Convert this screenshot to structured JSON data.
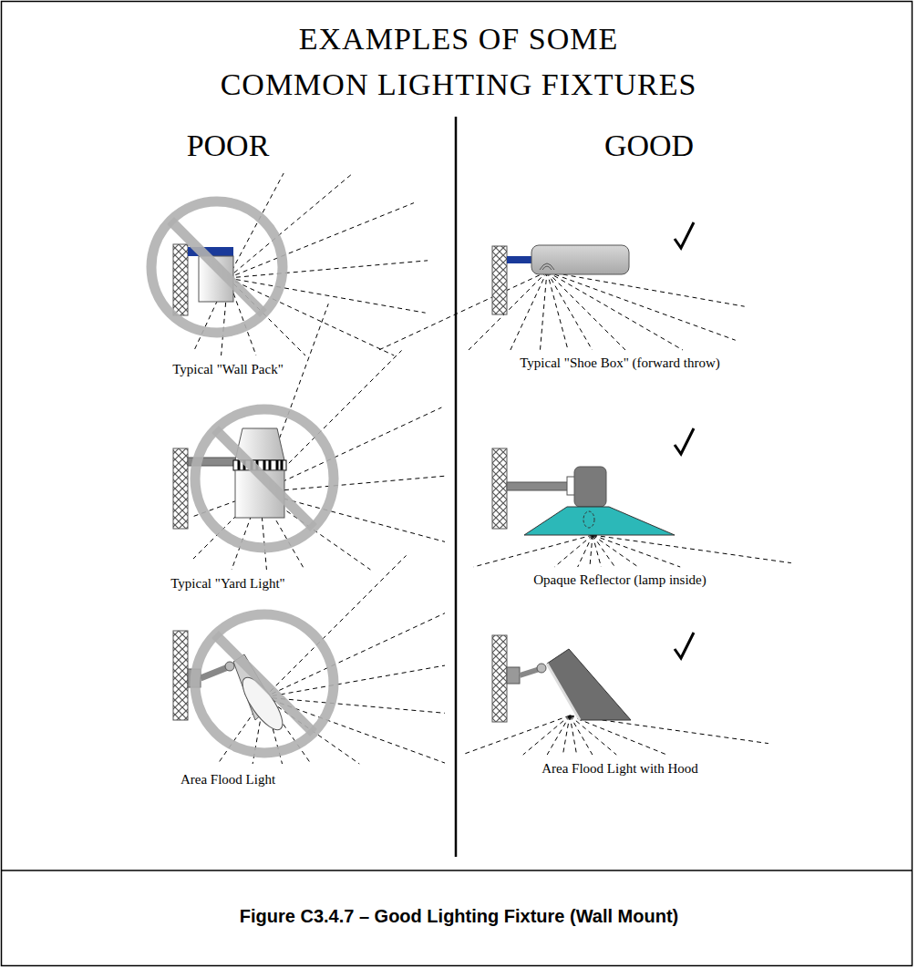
{
  "diagram": {
    "title": "EXAMPLES OF SOME COMMON LIGHTING FIXTURES",
    "caption": "Figure C3.4.7 – Good Lighting Fixture (Wall Mount)",
    "labels": [
      "POOR",
      "GOOD",
      "Typical \"Wall Pack\"",
      "Typical \"Yard Light\"",
      "Area Flood Light",
      "Typical \"Shoe Box\" (forward throw)",
      "Opaque Reflector (lamp inside)",
      "Area Flood Light with Hood"
    ]
  }
}
